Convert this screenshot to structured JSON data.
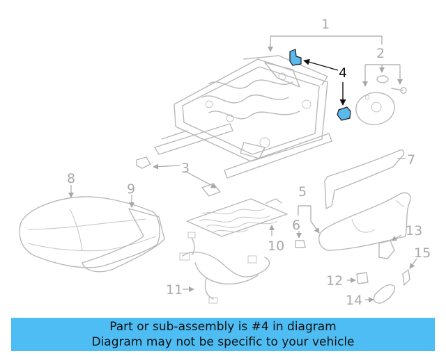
{
  "diagram": {
    "callouts": [
      "1",
      "2",
      "3",
      "4",
      "5",
      "6",
      "7",
      "8",
      "9",
      "10",
      "11",
      "12",
      "13",
      "14",
      "15"
    ],
    "highlighted_part": "4",
    "highlight_color": "#5ab9ea"
  },
  "banner": {
    "line1": "Part or sub-assembly is #4 in diagram",
    "line2": "Diagram may not be specific to your vehicle",
    "color": "#4ebdf4"
  }
}
